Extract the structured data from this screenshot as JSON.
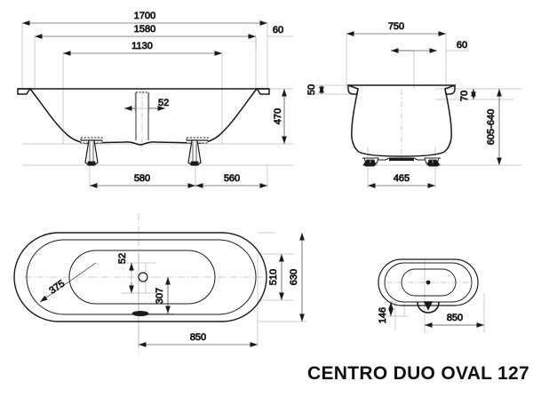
{
  "drawing": {
    "title": "CENTRO DUO OVAL 127",
    "units_implied": "mm",
    "views": {
      "front_elevation": {
        "name": "front-elevation-view",
        "dimensions": {
          "overall_length": "1700",
          "inner_length": "1580",
          "bottom_length": "1130",
          "rim_offset": "60",
          "height": "470",
          "waste_width": "52",
          "leg_left_offset": "580",
          "leg_right_offset": "560"
        }
      },
      "side_elevation": {
        "name": "side-elevation-view",
        "dimensions": {
          "overall_width": "750",
          "rim_offset": "60",
          "rim_thickness": "50",
          "rim_drop": "70",
          "total_height_range": "605-640",
          "leg_span": "465"
        }
      },
      "plan": {
        "name": "plan-view",
        "dimensions": {
          "corner_radius": "375",
          "waste_offset": "52",
          "inner_width": "510",
          "overall_width": "630",
          "waste_to_end": "307",
          "waste_centre": "850"
        }
      },
      "plan_detail": {
        "name": "plan-detail-view",
        "dimensions": {
          "overflow_offset": "146",
          "centre_offset": "850"
        }
      }
    }
  },
  "colors": {
    "line": "#1a1a1a",
    "thin_line": "#8a8a8a",
    "text": "#1a1a1a",
    "background": "#ffffff"
  }
}
